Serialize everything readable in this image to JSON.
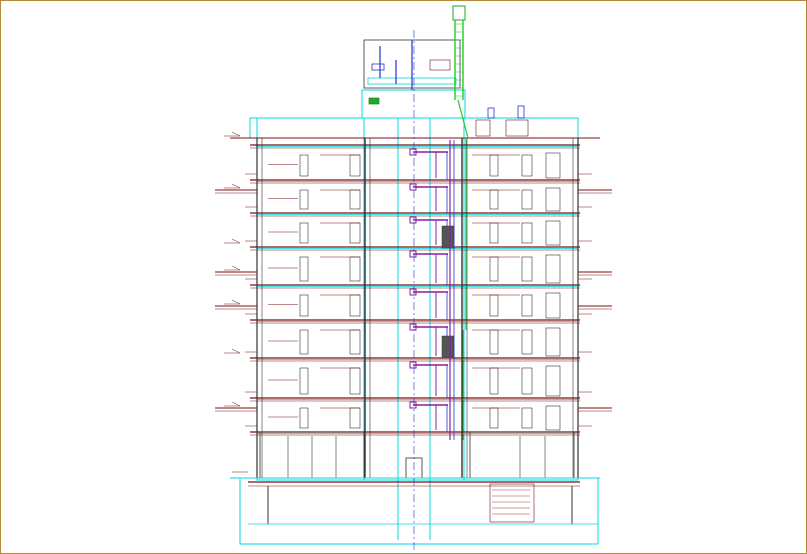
{
  "drawing": {
    "type": "building-section",
    "floors_typical": 8,
    "units_left_per_floor": 1,
    "units_right_per_floor": 1,
    "has_rooftop_tank": true,
    "has_vent_stack": true,
    "has_basement": true
  },
  "colors": {
    "frame": "#b08a3a",
    "slab": "#7a1010",
    "cyan": "#00d8e0",
    "green": "#22cc22",
    "blue": "#2233cc",
    "purple": "#8a1ea0",
    "dark": "#333333"
  },
  "labels": []
}
